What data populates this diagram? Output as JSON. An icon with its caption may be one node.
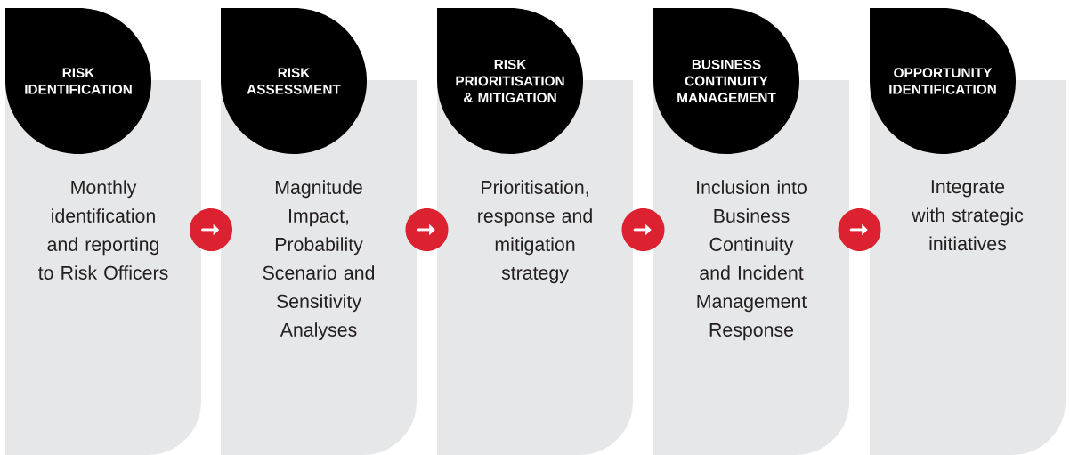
{
  "diagram": {
    "nodes": [
      {
        "text": [
          "RISK IDENTIFICATION",
          "Monthly identification and reporting to Risk Officers"
        ]
      },
      {
        "text": [
          "RISK ASSESSMENT",
          "Magnitude Impact, Probability Scenario and Sensitivity Analyses"
        ]
      },
      {
        "text": [
          "RISK PRIORITISATION & MITIGATION",
          "Prioritisation, response and mitigation strategy"
        ]
      },
      {
        "text": [
          "BUSINESS CONTINUITY MANAGEMENT",
          "Inclusion into Business Continuity and Incident Management Response"
        ]
      },
      {
        "text": [
          "OPPORTUNITY IDENTIFICATION",
          "Integrate with strategic initiatives"
        ]
      }
    ],
    "edges": [
      {
        "from": 0,
        "to": 1,
        "arrow": "to"
      },
      {
        "from": 1,
        "to": 2,
        "arrow": "to"
      },
      {
        "from": 2,
        "to": 3,
        "arrow": "to"
      },
      {
        "from": 3,
        "to": 4,
        "arrow": "to"
      }
    ]
  }
}
